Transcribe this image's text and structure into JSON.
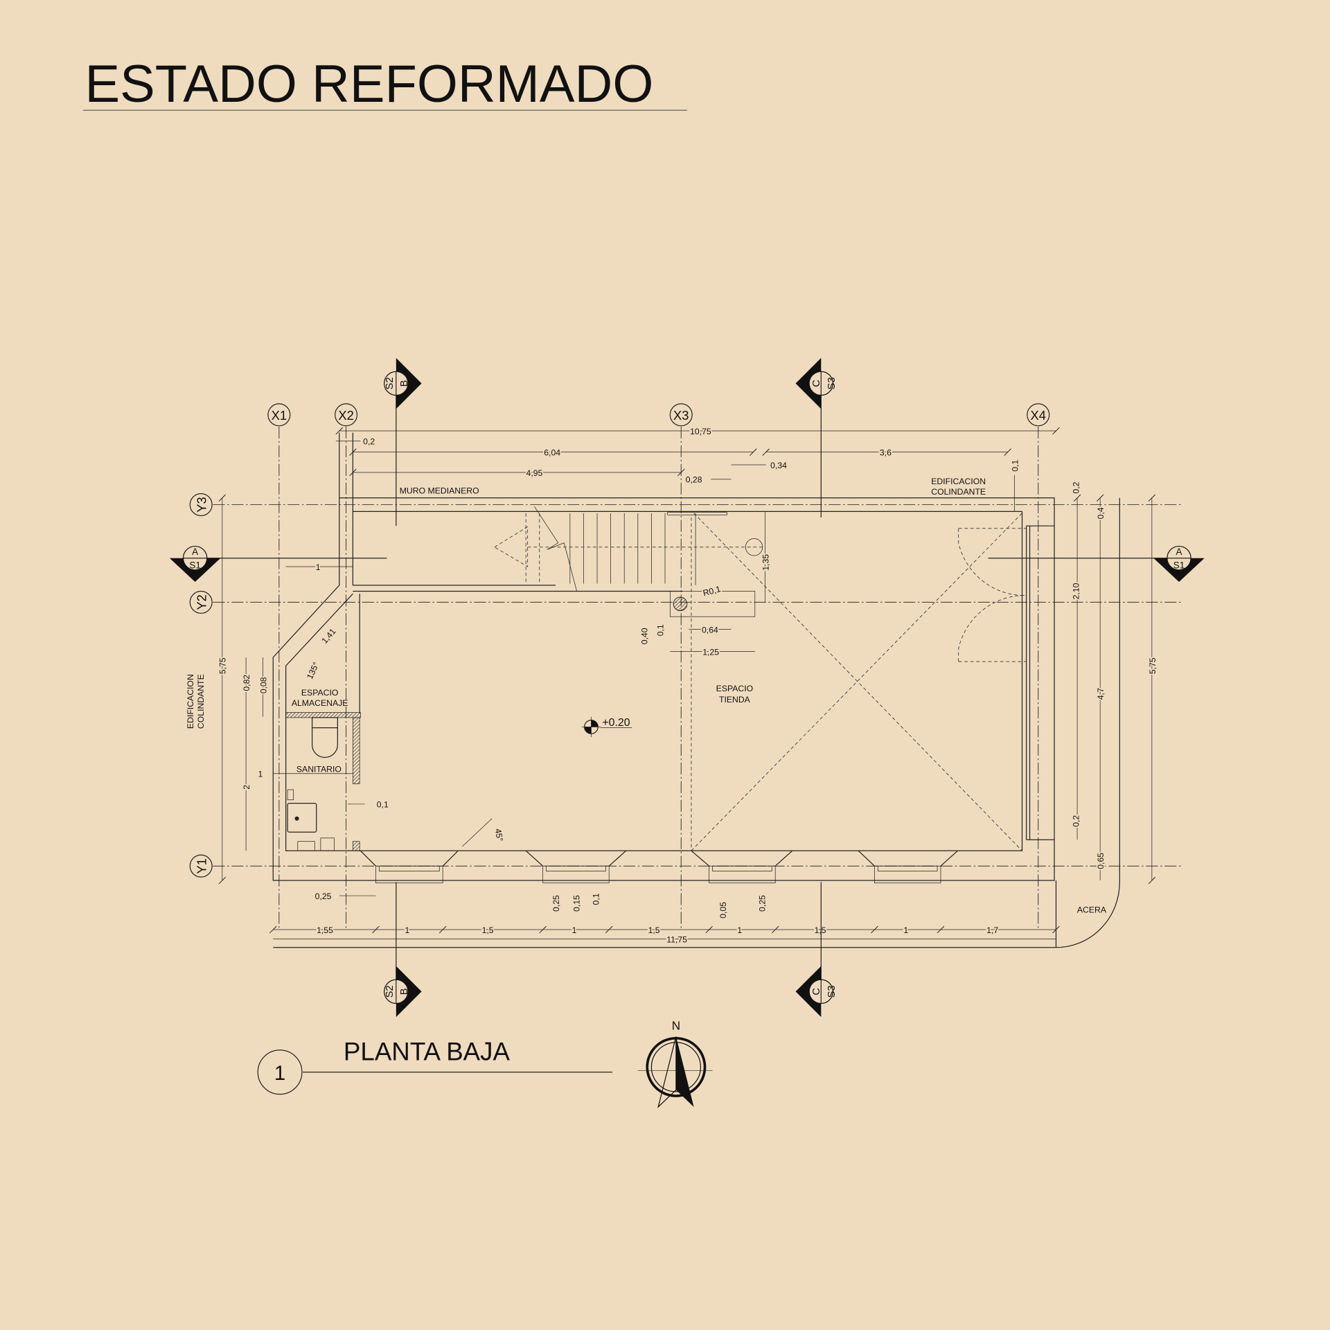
{
  "title": "ESTADO REFORMADO",
  "drawing": {
    "number": "1",
    "name": "PLANTA BAJA",
    "north_label": "N"
  },
  "grid": {
    "x": [
      "X1",
      "X2",
      "X3",
      "X4"
    ],
    "y": [
      "Y1",
      "Y2",
      "Y3"
    ]
  },
  "sections": {
    "b": {
      "letter": "B",
      "sheet": "S2"
    },
    "c": {
      "letter": "C",
      "sheet": "S3"
    },
    "a": {
      "letter": "A",
      "sheet": "S1"
    }
  },
  "labels": {
    "muro": "MURO MEDIANERO",
    "colindante_1": "EDIFICACION",
    "colindante_2": "COLINDANTE",
    "almacenaje_1": "ESPACIO",
    "almacenaje_2": "ALMACENAJE",
    "sanitario": "SANITARIO",
    "tienda_1": "ESPACIO",
    "tienda_2": "TIENDA",
    "level": "+0.20",
    "acera": "ACERA"
  },
  "dimensions": [
    "10,75",
    "0,2",
    "6,04",
    "3,6",
    "4,95",
    "0,34",
    "0,28",
    "0,1",
    "0,2",
    "0,4",
    "2,10",
    "4,7",
    "0,2",
    "0,65",
    "5,75",
    "5,75",
    "0,82",
    "0,08",
    "2",
    "1",
    "1",
    "0,25",
    "0,1",
    "1,41",
    "135°",
    "0,40",
    "0,1",
    "0,64",
    "1,25",
    "1,35",
    "R0,1",
    "45°",
    "0,25",
    "0,15",
    "0,1",
    "0,05",
    "0,25",
    "1,55",
    "1",
    "1,5",
    "1",
    "1,5",
    "1",
    "1,5",
    "1",
    "1,7",
    "11,75"
  ],
  "colors": {
    "paper": "#efdcbe",
    "ink": "#111111"
  }
}
